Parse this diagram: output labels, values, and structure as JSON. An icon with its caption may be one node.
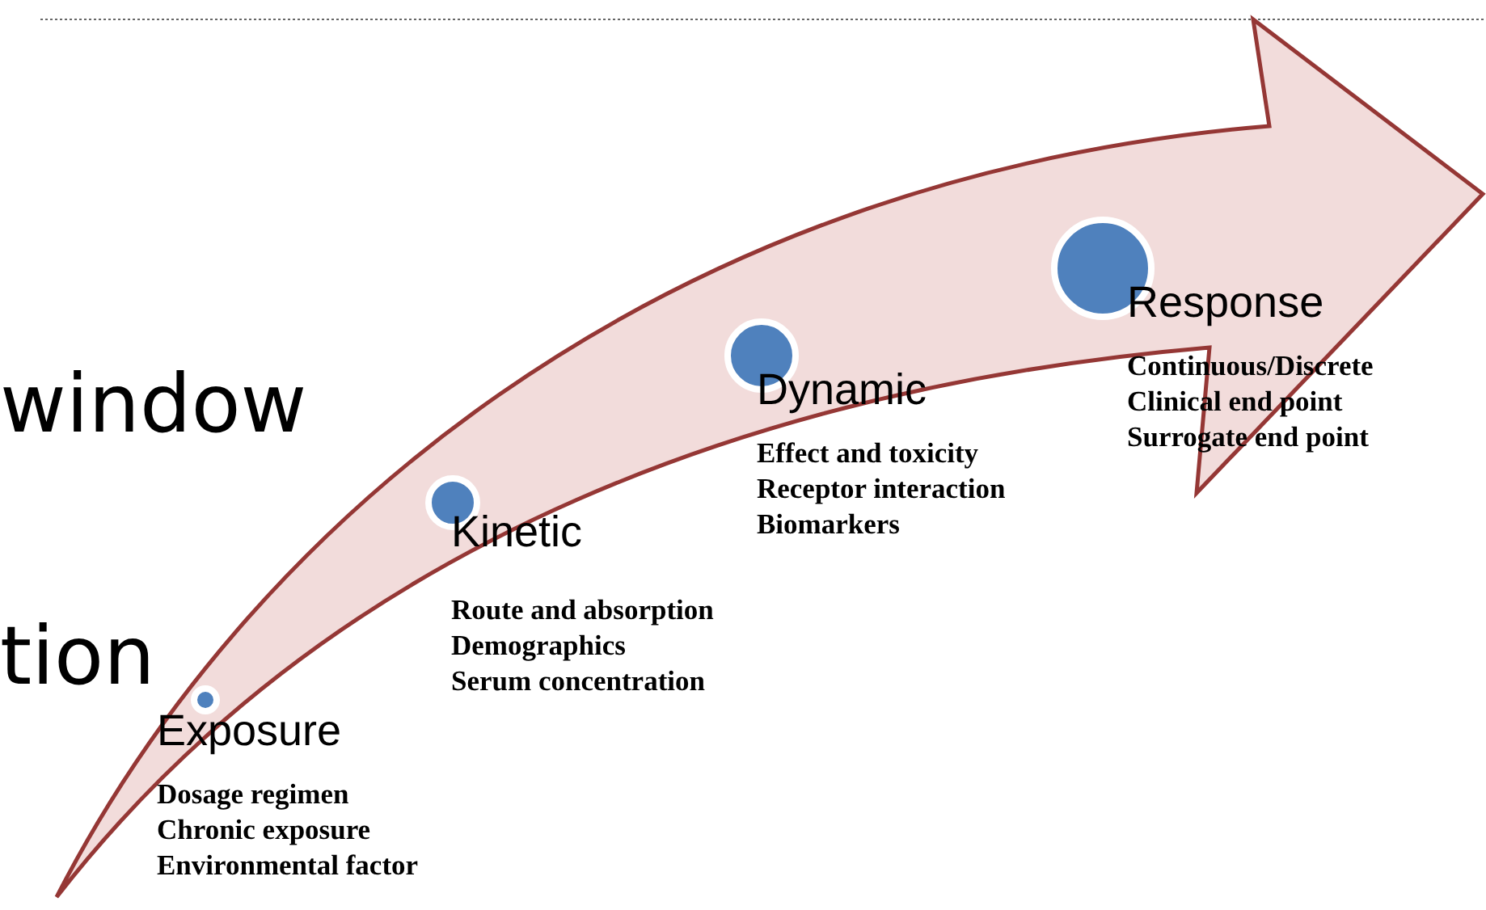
{
  "diagram": {
    "nodes": [
      {
        "text": [
          "Exposure",
          "Dosage regimen",
          "Chronic exposure",
          "Environmental factor"
        ]
      },
      {
        "text": [
          "Kinetic",
          "Route and absorption",
          "Demographics",
          "Serum concentration"
        ]
      },
      {
        "text": [
          "Dynamic",
          "Effect and toxicity",
          "Receptor interaction",
          "Biomarkers"
        ]
      },
      {
        "text": [
          "Response",
          "Continuous/Discrete",
          "Clinical end point",
          "Surrogate end point"
        ]
      }
    ],
    "labels": [
      "window",
      "tion"
    ]
  }
}
